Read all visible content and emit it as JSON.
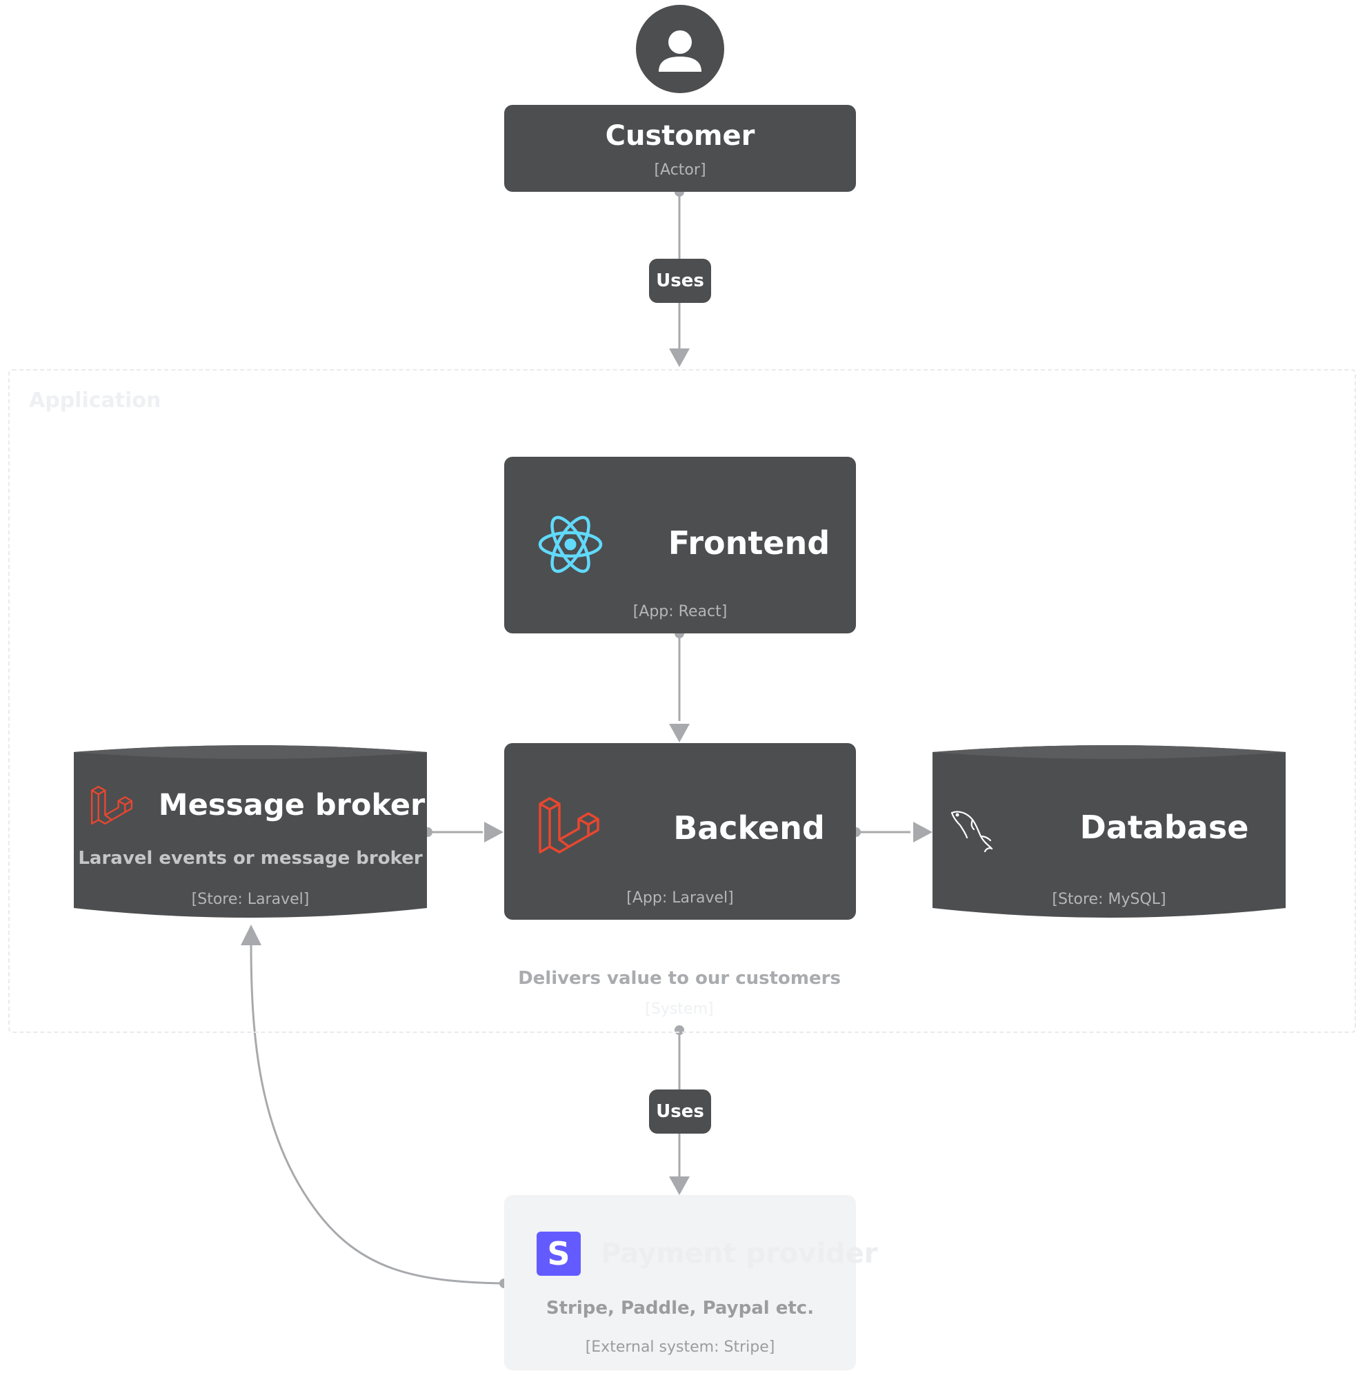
{
  "colors": {
    "node_fill": "#4d4e50",
    "edge": "#a7a9ac",
    "external_fill": "#f2f3f4",
    "react": "#61dafb",
    "laravel": "#e8472f",
    "stripe": "#635bff"
  },
  "customer": {
    "icon": "user-icon",
    "title": "Customer",
    "tech": "[Actor]"
  },
  "edge_customer_app": {
    "label": "Uses"
  },
  "boundary": {
    "label": "Application",
    "description": "Delivers value to our customers",
    "tech": "[System]"
  },
  "frontend": {
    "icon": "react-icon",
    "title": "Frontend",
    "tech": "[App: React]"
  },
  "backend": {
    "icon": "laravel-icon",
    "title": "Backend",
    "tech": "[App: Laravel]"
  },
  "message_broker": {
    "icon": "laravel-icon",
    "title": "Message broker",
    "description": "Laravel events or message broker",
    "tech": "[Store: Laravel]"
  },
  "database": {
    "icon": "mysql-dolphin-icon",
    "title": "Database",
    "tech": "[Store: MySQL]"
  },
  "edge_app_payment": {
    "label": "Uses"
  },
  "payment_provider": {
    "icon": "stripe-icon",
    "icon_letter": "S",
    "title": "Payment provider",
    "description": "Stripe, Paddle, Paypal etc.",
    "tech": "[External system: Stripe]"
  }
}
